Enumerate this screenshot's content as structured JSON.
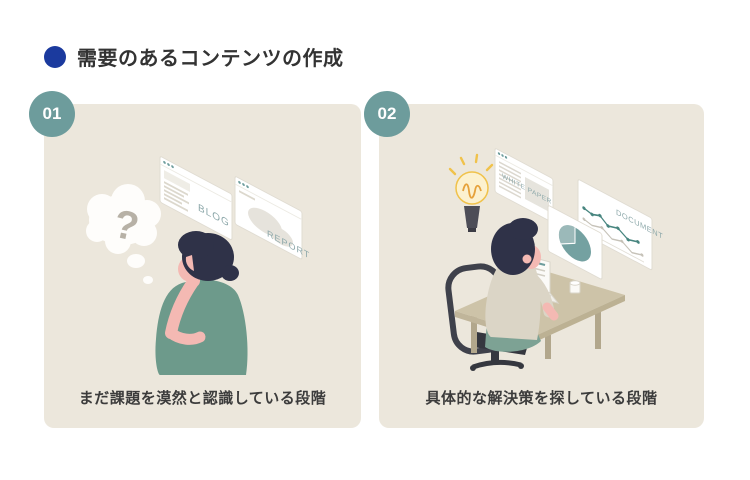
{
  "header": {
    "title": "需要のあるコンテンツの作成",
    "bullet_color": "#1b3a9e"
  },
  "colors": {
    "card_bg": "#ece7dc",
    "badge_bg": "#6d9c9c",
    "badge_text": "#ffffff",
    "title_text": "#333333",
    "caption_text": "#3c3c3c",
    "window_label": "#8da8aa",
    "hair_navy": "#2f3248",
    "skin_pink": "#f4b9b3",
    "shirt_teal": "#6d9a8b",
    "chart_teal": "#47857f"
  },
  "cards": [
    {
      "badge": "01",
      "caption": "まだ課題を漠然と認識している段階",
      "illustration": {
        "name": "person-thinking-with-question-mark",
        "question_mark": "?",
        "windows": [
          {
            "label": "BLOG"
          },
          {
            "label": "REPORT"
          }
        ]
      }
    },
    {
      "badge": "02",
      "caption": "具体的な解決策を探している段階",
      "illustration": {
        "name": "person-at-desk-with-laptop-and-lightbulb",
        "windows": [
          {
            "label": "WHITE PAPER"
          },
          {
            "label": "DOCUMENT"
          }
        ]
      }
    }
  ]
}
